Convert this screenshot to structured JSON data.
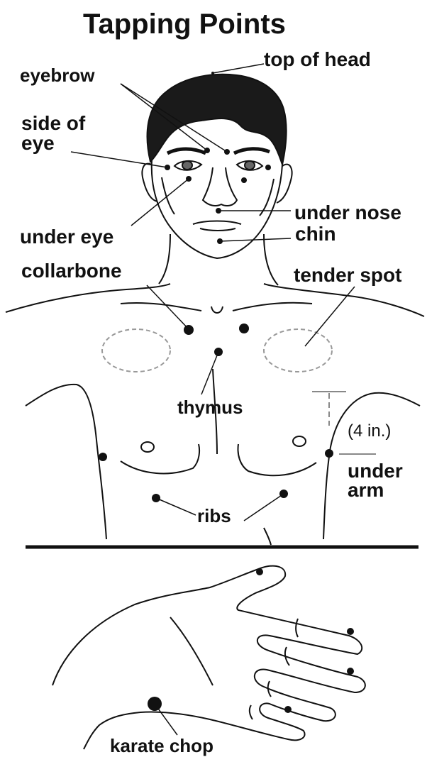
{
  "title": "Tapping Points",
  "labels": {
    "top_of_head": "top of head",
    "eyebrow": "eyebrow",
    "side_of_eye_line1": "side of",
    "side_of_eye_line2": "eye",
    "under_nose": "under nose",
    "chin": "chin",
    "under_eye": "under eye",
    "collarbone": "collarbone",
    "tender_spot": "tender spot",
    "thymus": "thymus",
    "four_inches": "(4 in.)",
    "under_arm_line1": "under",
    "under_arm_line2": "arm",
    "ribs": "ribs",
    "karate_chop": "karate chop"
  },
  "colors": {
    "ink": "#111111",
    "dashed": "#999999",
    "hair": "#1a1a1a",
    "background": "#ffffff"
  }
}
